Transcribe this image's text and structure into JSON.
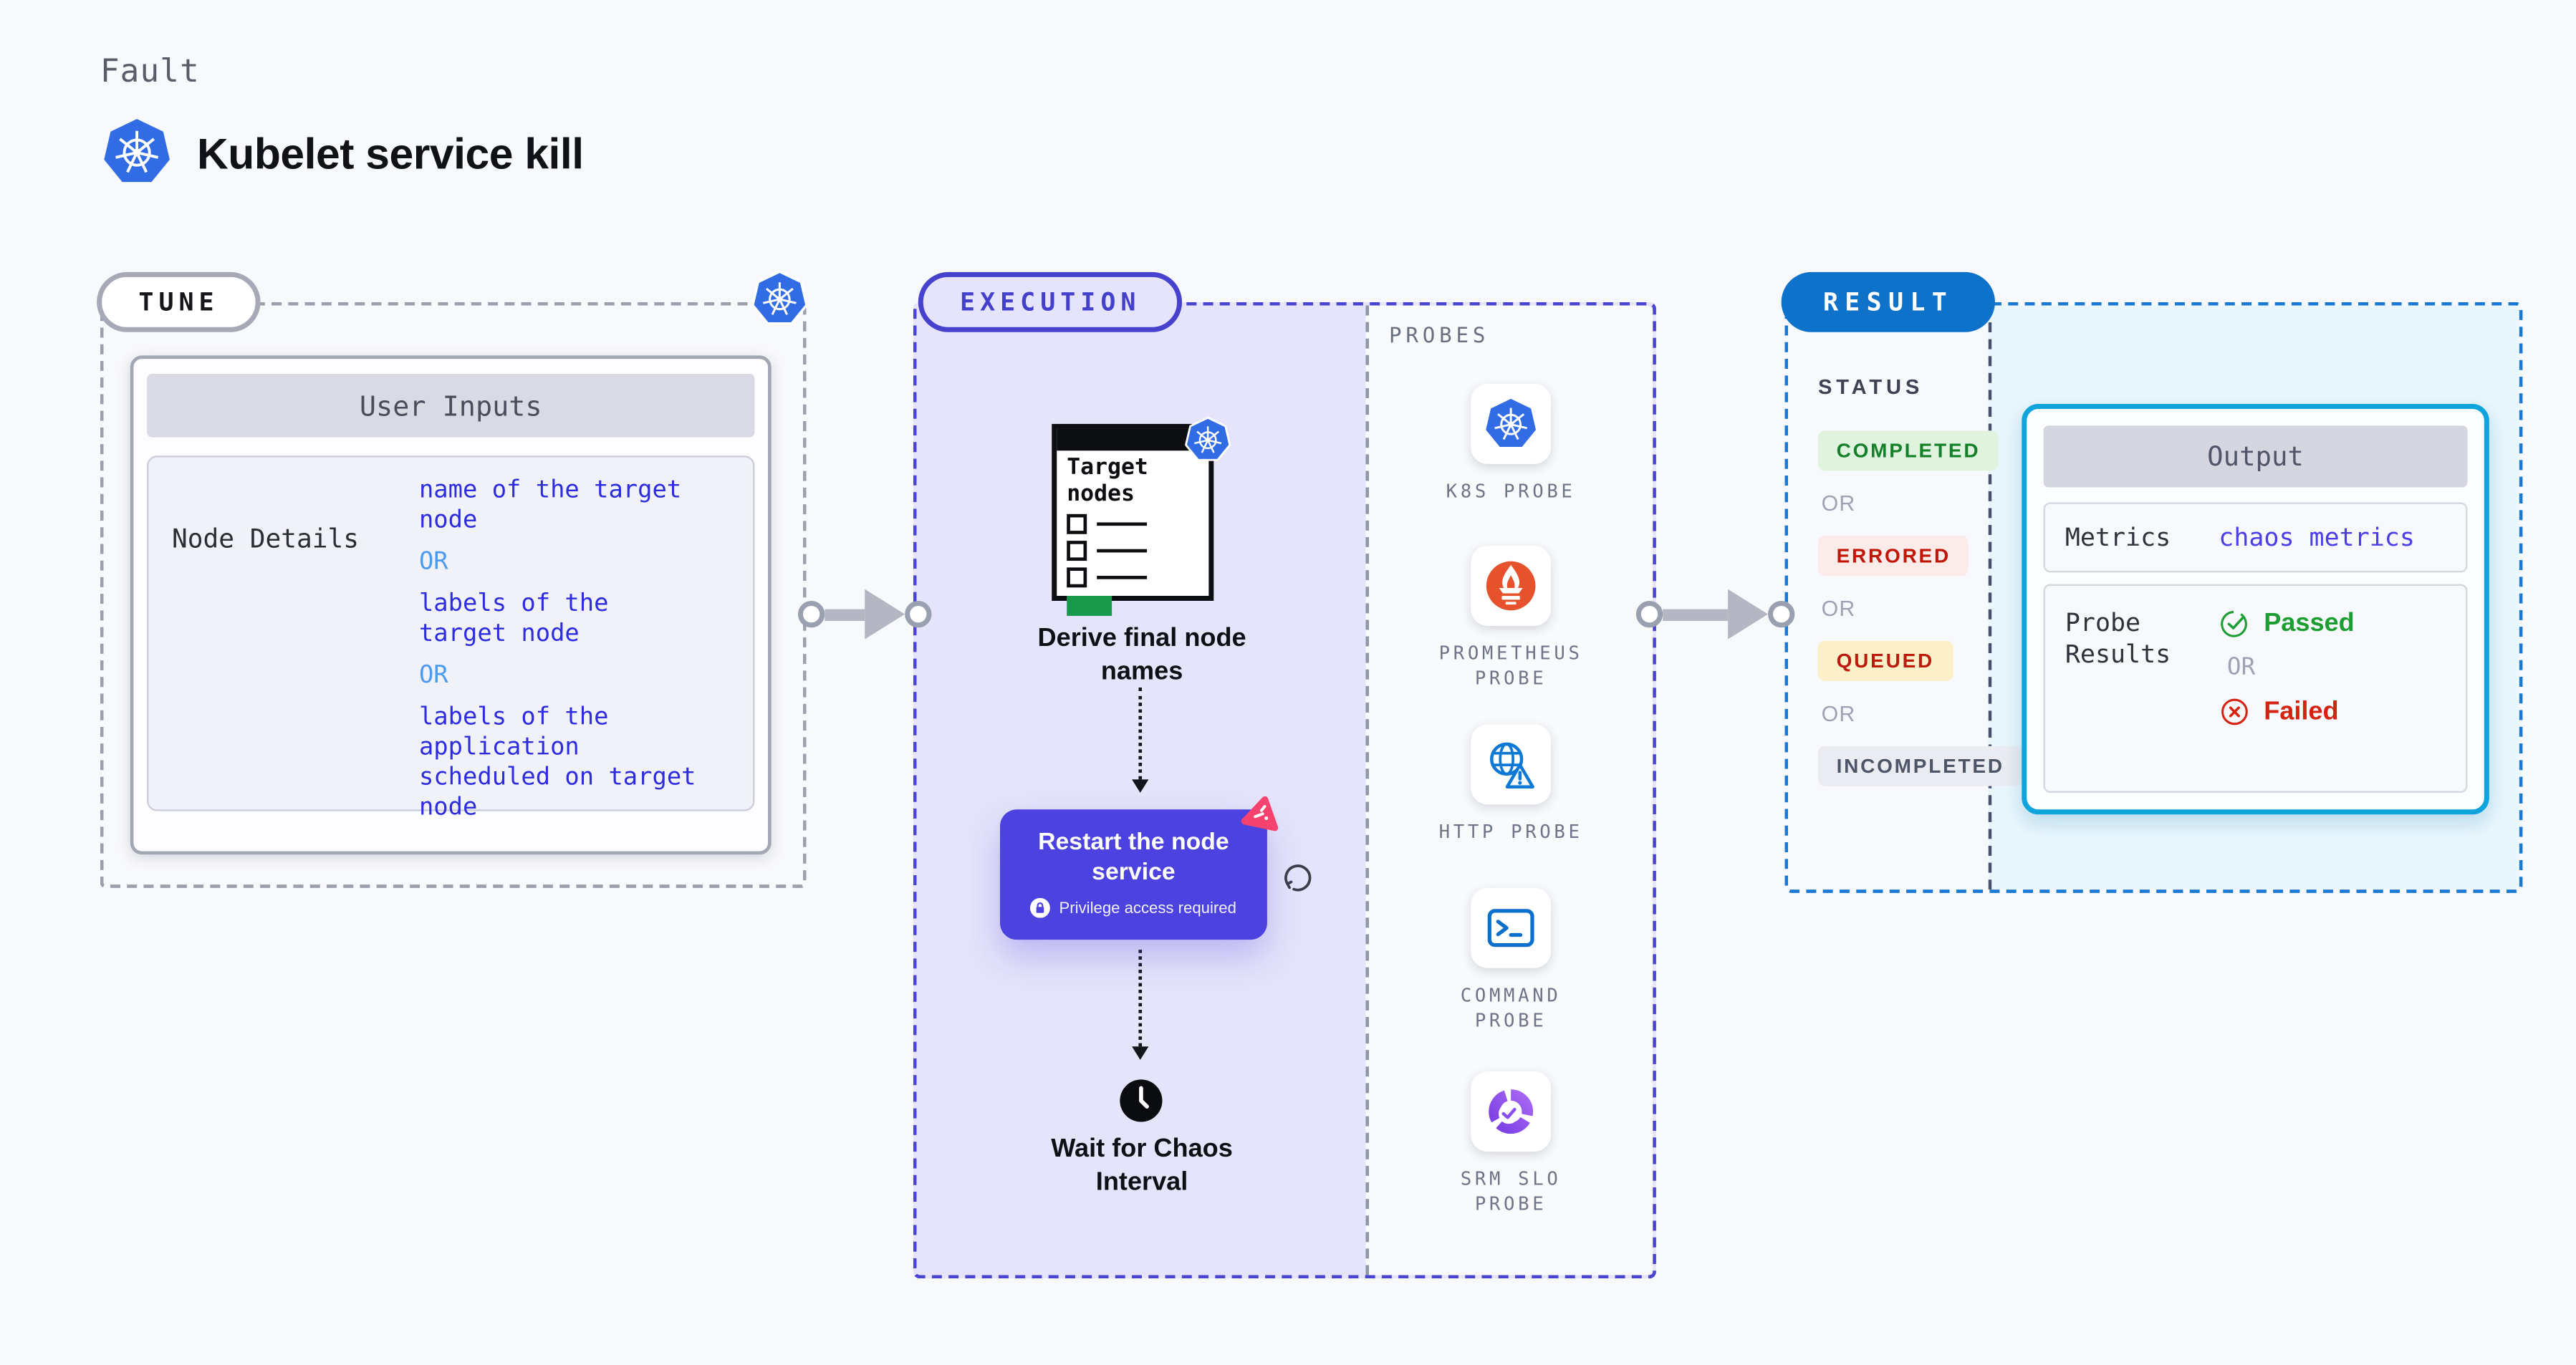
{
  "header": {
    "eyebrow": "Fault",
    "title": "Kubelet service kill"
  },
  "tune": {
    "badge": "TUNE",
    "table": {
      "header": "User Inputs",
      "row_label": "Node Details",
      "values": [
        "name of the target\nnode",
        "OR",
        "labels of the\ntarget node",
        "OR",
        "labels of the application\n scheduled on target node"
      ]
    }
  },
  "execution": {
    "badge": "EXECUTION",
    "doc_title": "Target\nnodes",
    "derive_label": "Derive final node\nnames",
    "restart": {
      "title": "Restart the node\nservice",
      "note": "Privilege access required"
    },
    "wait_label": "Wait for Chaos\nInterval",
    "probes": {
      "label": "PROBES",
      "items": [
        {
          "label": "K8S PROBE",
          "icon": "kubernetes-icon"
        },
        {
          "label": "PROMETHEUS\nPROBE",
          "icon": "prometheus-icon"
        },
        {
          "label": "HTTP PROBE",
          "icon": "http-probe-icon"
        },
        {
          "label": "COMMAND\nPROBE",
          "icon": "command-probe-icon"
        },
        {
          "label": "SRM SLO\nPROBE",
          "icon": "srm-slo-probe-icon"
        }
      ]
    }
  },
  "result": {
    "badge": "RESULT",
    "status": {
      "label": "STATUS",
      "or": "OR",
      "items": [
        {
          "label": "COMPLETED",
          "bg": "#DFF3DE",
          "color": "#15802A"
        },
        {
          "label": "ERRORED",
          "bg": "#FBEBE9",
          "color": "#C01607"
        },
        {
          "label": "QUEUED",
          "bg": "#FBF0C7",
          "color": "#BC1A0B"
        },
        {
          "label": "INCOMPLETED",
          "bg": "#EBECF2",
          "color": "#4F5569"
        }
      ]
    },
    "output": {
      "header": "Output",
      "metrics_label": "Metrics",
      "metrics_value": "chaos metrics",
      "probe_results_label": "Probe\nResults",
      "passed": "Passed",
      "or": "OR",
      "failed": "Failed"
    }
  },
  "colors": {
    "kubernetes_blue": "#326CE5",
    "execution_indigo": "#4A45D0",
    "result_blue": "#0E72CB",
    "output_border_cyan": "#0FA5DC",
    "restart_card_indigo": "#4C42DF",
    "litmus_pink": "#F6426F",
    "prometheus_orange": "#E6522C",
    "passed_green": "#1D9E33",
    "failed_red": "#D52312",
    "tune_value_blue": "#2D2DDE",
    "or_light_blue": "#4D9BEE"
  }
}
